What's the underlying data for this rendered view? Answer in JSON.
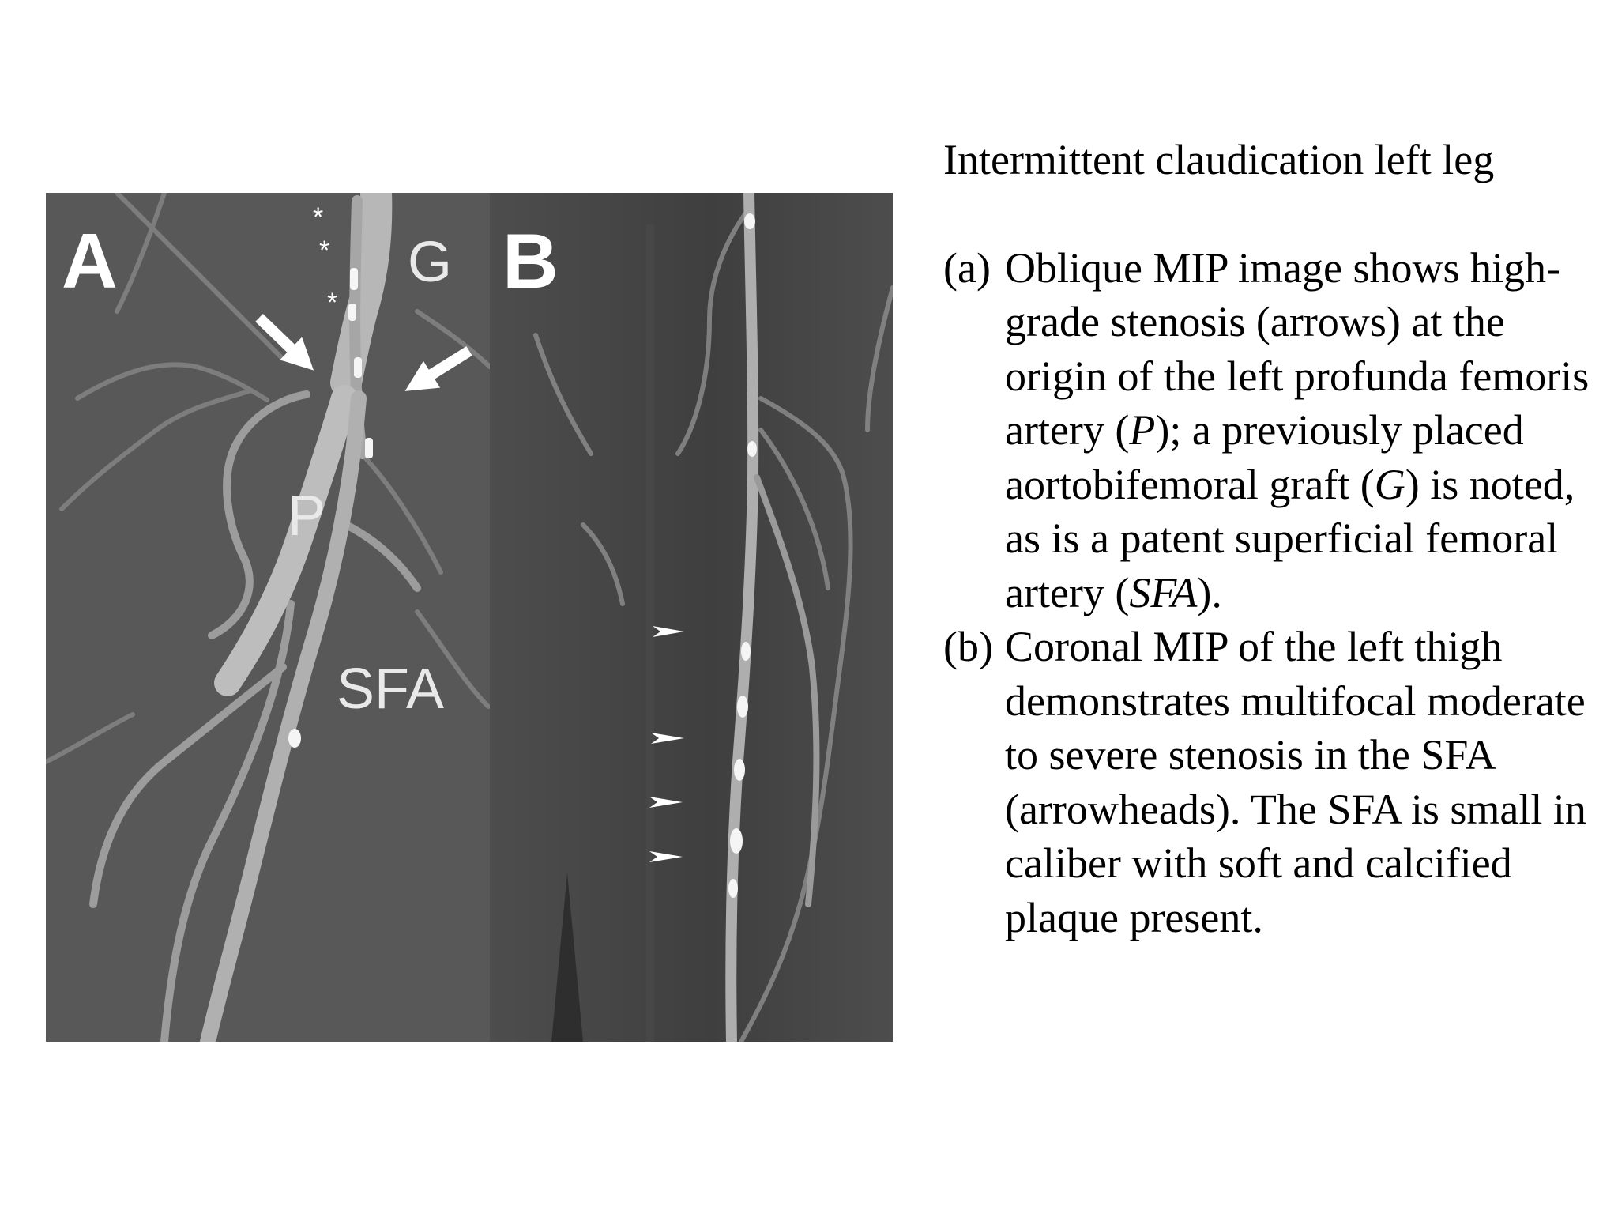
{
  "figure": {
    "panel_a_label": "A",
    "panel_b_label": "B",
    "vessel_labels": {
      "graft": "G",
      "profunda": "P",
      "sfa": "SFA"
    },
    "markers": {
      "asterisks": [
        "*",
        "*",
        "*"
      ]
    },
    "colors": {
      "panel_a_background": "#555555",
      "panel_b_background": "#4a4a4a",
      "vessel": "#b4b4b4",
      "calcification": "#f5f5f5",
      "label": "#ffffff"
    }
  },
  "caption": {
    "title": "Intermittent claudication left leg",
    "items": [
      {
        "tag": "(a)",
        "segments": [
          {
            "text": "Oblique MIP image shows high-grade stenosis (arrows) at the origin of the left profunda femoris artery (",
            "italic": false
          },
          {
            "text": "P",
            "italic": true
          },
          {
            "text": "); a previously placed aortobifemoral graft (",
            "italic": false
          },
          {
            "text": "G",
            "italic": true
          },
          {
            "text": ") is noted, as is a patent superficial femoral artery (",
            "italic": false
          },
          {
            "text": "SFA",
            "italic": true
          },
          {
            "text": ").",
            "italic": false
          }
        ]
      },
      {
        "tag": "(b)",
        "segments": [
          {
            "text": "Coronal MIP of the left thigh demonstrates multifocal moderate to severe stenosis in the SFA (arrowheads). The SFA is small in caliber with soft and calcified plaque present.",
            "italic": false
          }
        ]
      }
    ]
  }
}
